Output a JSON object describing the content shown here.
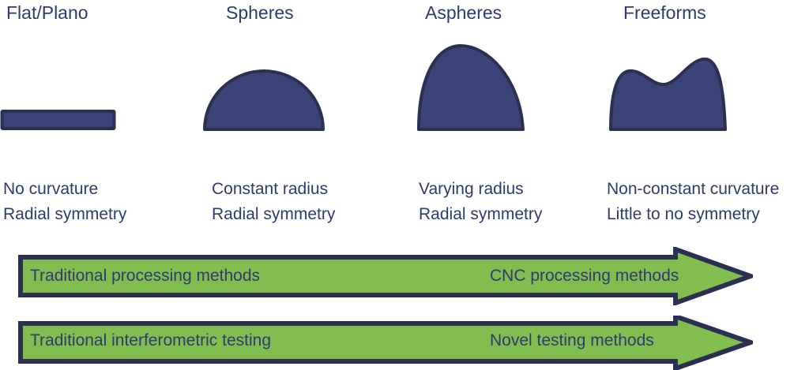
{
  "colors": {
    "shape_fill": "#3b4275",
    "shape_stroke": "#2b2f52",
    "text_navy": "#2f3a70",
    "arrow_green": "#82be4f",
    "arrow_outline": "#2b2f52",
    "background": "#ffffff"
  },
  "columns": [
    {
      "heading": "Flat/Plano",
      "shape": "flat-plate-shape",
      "desc_line_1": "No curvature",
      "desc_line_2": "Radial symmetry"
    },
    {
      "heading": "Spheres",
      "shape": "hemisphere-shape",
      "desc_line_1": "Constant radius",
      "desc_line_2": "Radial symmetry"
    },
    {
      "heading": "Aspheres",
      "shape": "asphere-dome-shape",
      "desc_line_1": "Varying radius",
      "desc_line_2": "Radial symmetry"
    },
    {
      "heading": "Freeforms",
      "shape": "freeform-wavy-shape",
      "desc_line_1": "Non-constant curvature",
      "desc_line_2": "Little to no symmetry"
    }
  ],
  "arrows": [
    {
      "name": "processing-methods-arrow",
      "label_left": "Traditional  processing methods",
      "label_right": "CNC processing methods"
    },
    {
      "name": "testing-methods-arrow",
      "label_left": "Traditional interferometric testing",
      "label_right": "Novel testing methods"
    }
  ]
}
